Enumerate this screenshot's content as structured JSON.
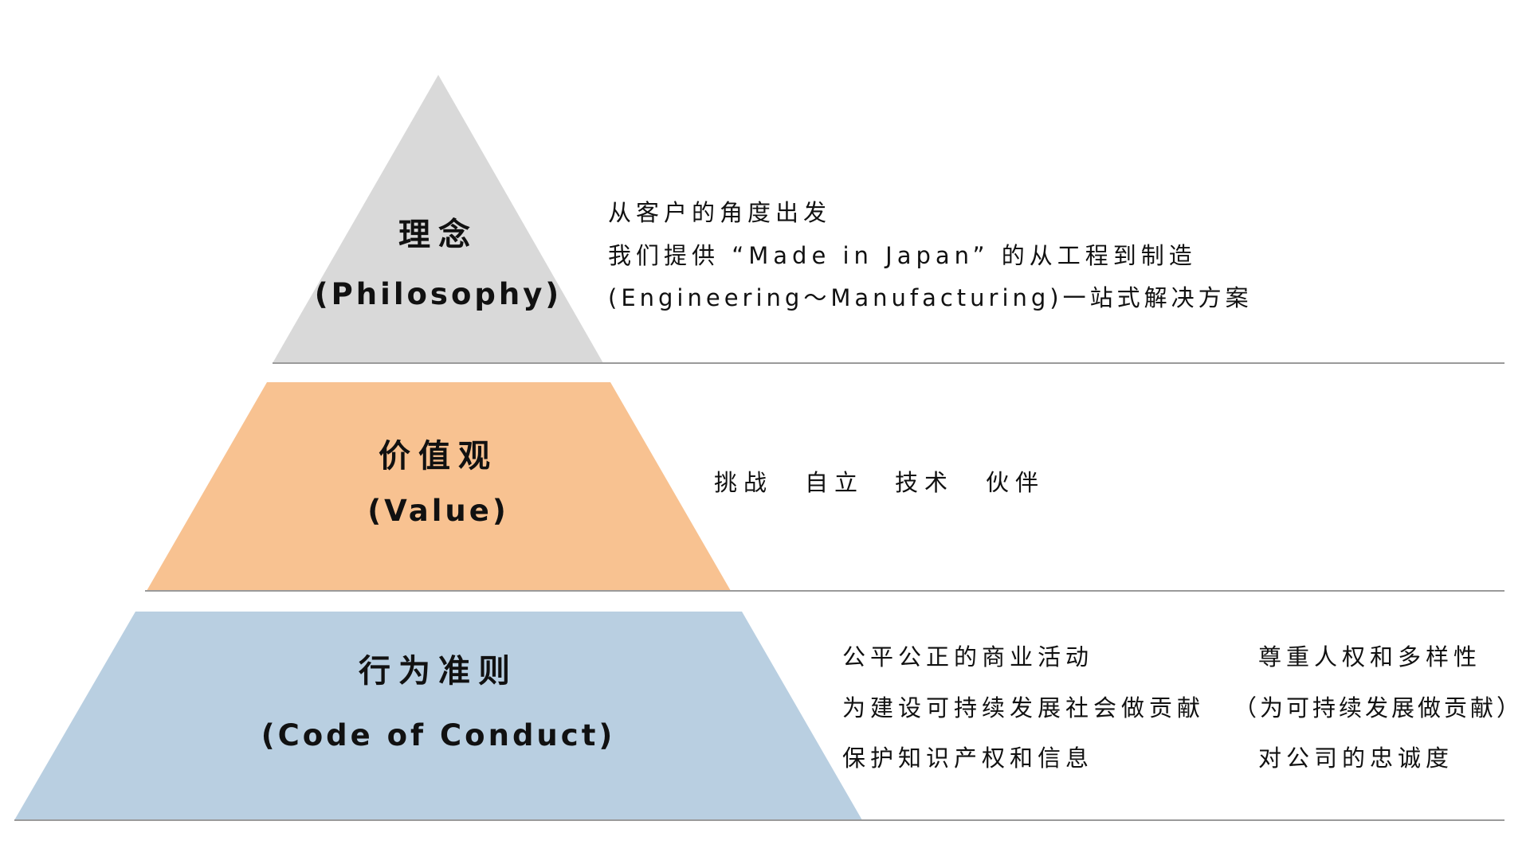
{
  "colors": {
    "philosophy_fill": "#d9d9d9",
    "value_fill": "#f8c291",
    "conduct_fill": "#b9cfe1",
    "rule": "#9a9a9a",
    "text": "#111111"
  },
  "philosophy": {
    "title_zh": "理念",
    "title_en": "(Philosophy)",
    "lines": [
      "从客户的角度出发",
      "我们提供 “Made in Japan” 的从工程到制造",
      "(Engineering～Manufacturing)一站式解决方案"
    ]
  },
  "value": {
    "title_zh": "价值观",
    "title_en": "(Value)",
    "items": [
      "挑战",
      "自立",
      "技术",
      "伙伴"
    ]
  },
  "conduct": {
    "title_zh": "行为准则",
    "title_en": "(Code of Conduct)",
    "left_items": [
      "公平公正的商业活动",
      "为建设可持续发展社会做贡献",
      "保护知识产权和信息"
    ],
    "right_items": [
      "尊重人权和多样性",
      "（为可持续发展做贡献）",
      "对公司的忠诚度"
    ]
  }
}
